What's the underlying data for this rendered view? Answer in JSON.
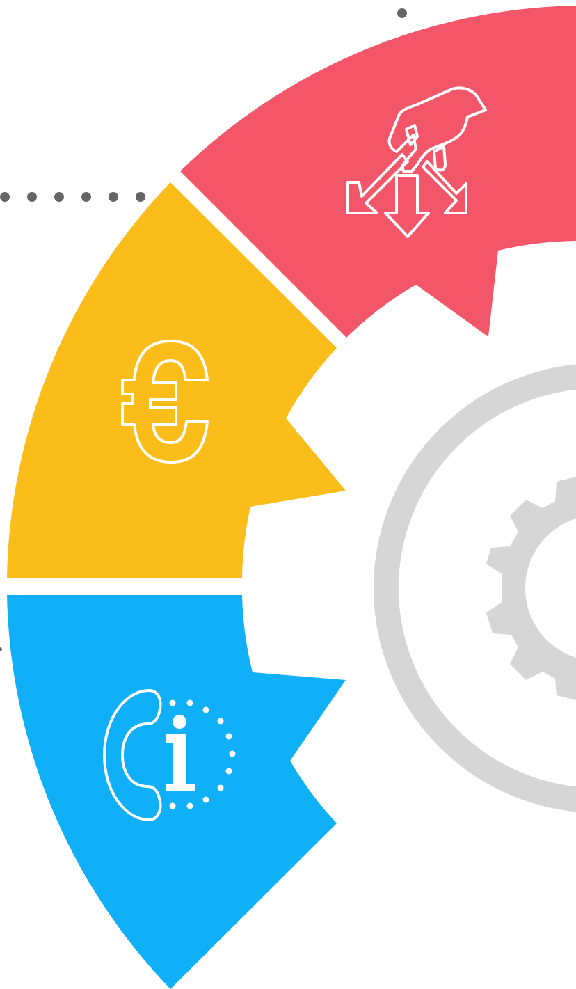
{
  "diagram": {
    "type": "circular-process-segments",
    "center_icon": "gear-icon",
    "segments": [
      {
        "id": "tools",
        "icon": "hand-tools-arrows-icon",
        "color": "#F25668"
      },
      {
        "id": "cost",
        "icon": "euro-icon",
        "color": "#FBBD19"
      },
      {
        "id": "support",
        "icon": "phone-info-icon",
        "color": "#0FB0F8"
      }
    ],
    "ring_color": "#D6D6D6",
    "dot_color": "#666666"
  }
}
